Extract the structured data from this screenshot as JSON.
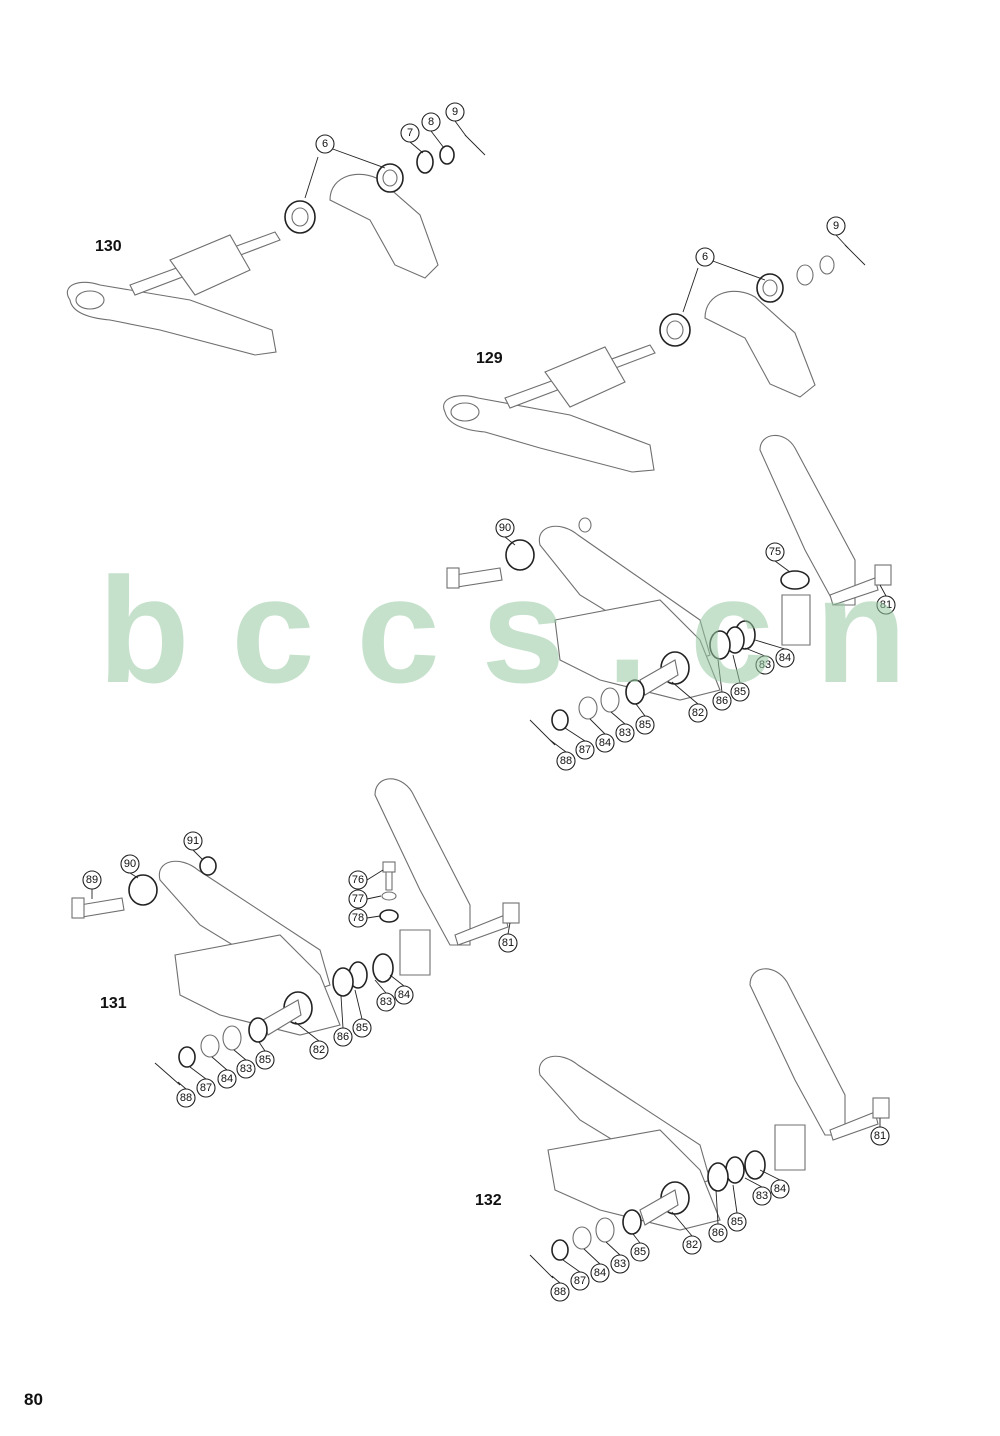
{
  "page_number": "80",
  "watermark": "b c c s . c n",
  "colors": {
    "watermark": "#96c8a0",
    "line": "#222222",
    "part_outline": "#6f6f6f"
  },
  "figures": [
    {
      "id": "130",
      "label": "130",
      "callouts": [
        "6",
        "7",
        "8",
        "9"
      ]
    },
    {
      "id": "129",
      "label": "129",
      "callouts": [
        "6",
        "9"
      ]
    },
    {
      "id": "top-right-assembly",
      "label": "",
      "callouts": [
        "90",
        "75",
        "81",
        "82",
        "83",
        "84",
        "85",
        "86",
        "87",
        "88"
      ]
    },
    {
      "id": "131",
      "label": "131",
      "callouts": [
        "76",
        "77",
        "78",
        "81",
        "82",
        "83",
        "84",
        "85",
        "86",
        "87",
        "88",
        "89",
        "90",
        "91"
      ]
    },
    {
      "id": "132",
      "label": "132",
      "callouts": [
        "81",
        "82",
        "83",
        "84",
        "85",
        "86",
        "87",
        "88"
      ]
    }
  ]
}
